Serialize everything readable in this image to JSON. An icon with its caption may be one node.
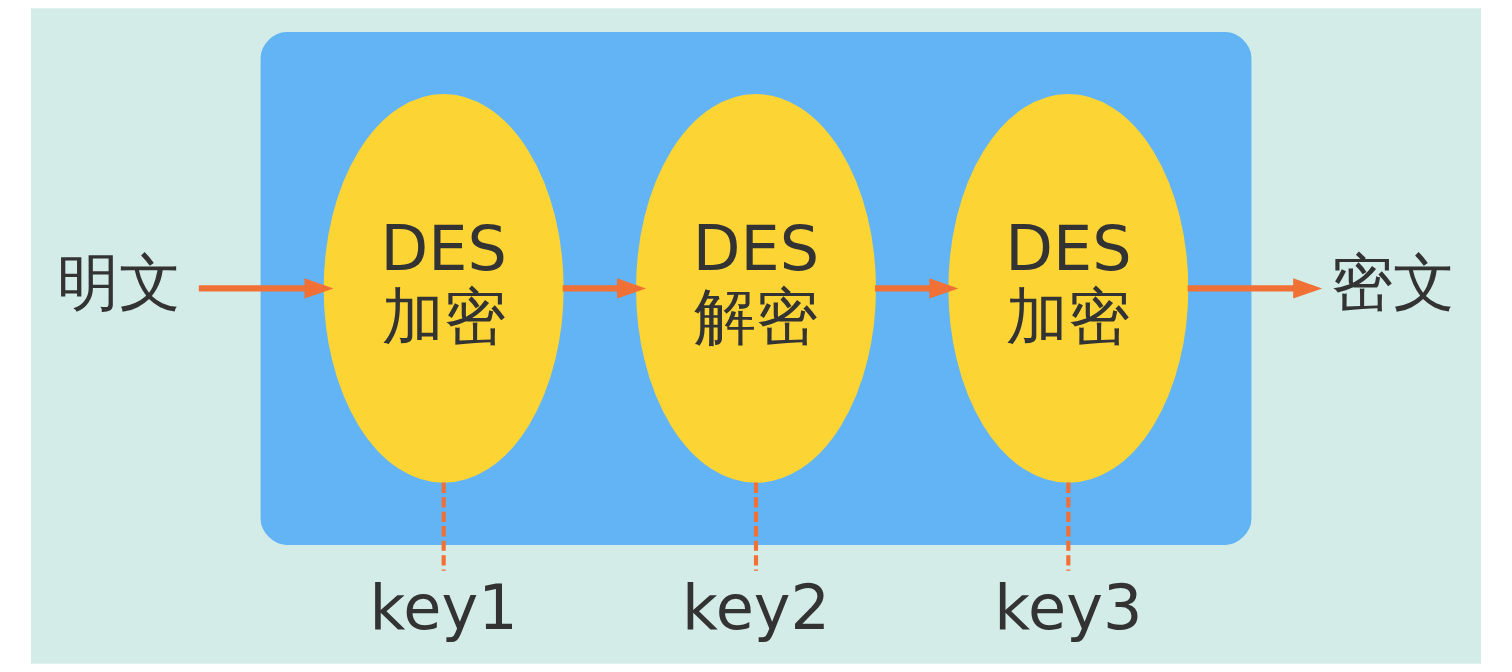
{
  "diagram": {
    "nodes": [
      {
        "text": [
          "明文"
        ]
      },
      {
        "text": [],
        "shape": "box"
      },
      {
        "text": [
          "DES",
          "加密"
        ],
        "in": 1
      },
      {
        "text": [
          "DES",
          "解密"
        ],
        "in": 1
      },
      {
        "text": [
          "DES",
          "加密"
        ],
        "in": 1
      },
      {
        "text": [
          "密文"
        ]
      },
      {
        "text": [
          "key1"
        ]
      },
      {
        "text": [
          "key2"
        ]
      },
      {
        "text": [
          "key3"
        ]
      }
    ],
    "edges": [
      {
        "from": 0,
        "to": 2,
        "arrow": "to"
      },
      {
        "from": 2,
        "to": 3,
        "arrow": "to"
      },
      {
        "from": 3,
        "to": 4,
        "arrow": "to"
      },
      {
        "from": 4,
        "to": 5,
        "arrow": "to"
      },
      {
        "from": 6,
        "to": 2,
        "arrow": "none",
        "style": "dashed"
      },
      {
        "from": 7,
        "to": 3,
        "arrow": "none",
        "style": "dashed"
      },
      {
        "from": 8,
        "to": 4,
        "arrow": "none",
        "style": "dashed"
      }
    ]
  }
}
